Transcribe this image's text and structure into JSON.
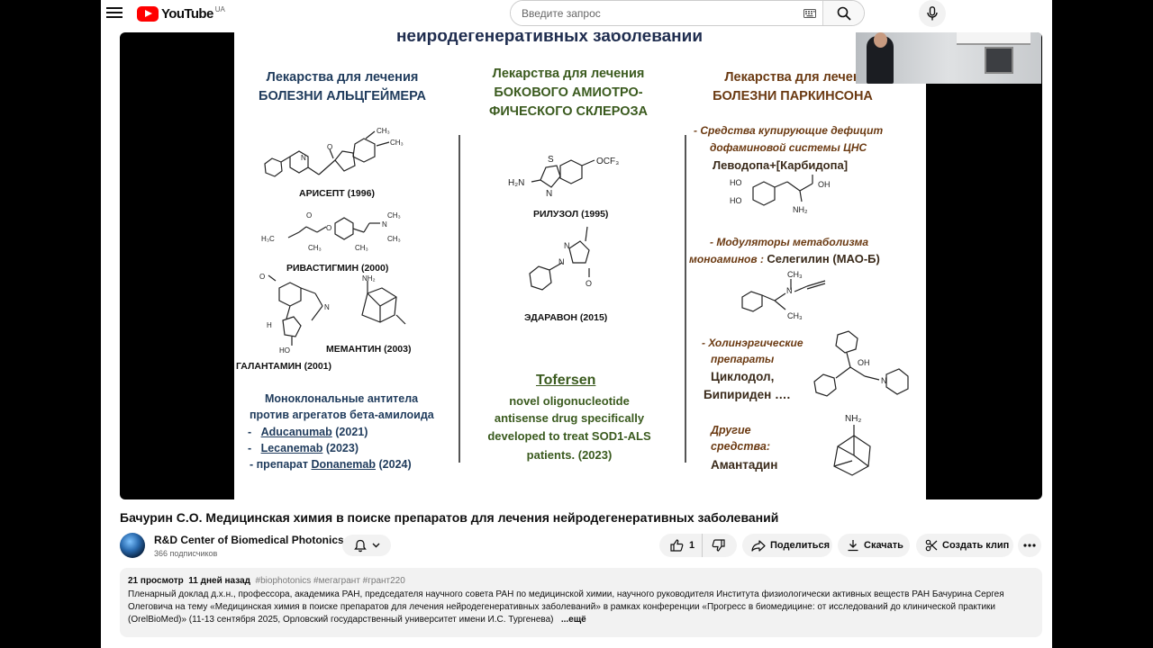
{
  "masthead": {
    "logo_text": "YouTube",
    "country_code": "UA",
    "search_placeholder": "Введите запрос"
  },
  "slide": {
    "title": "нейродегенеративных заболеваний",
    "columns": [
      {
        "heading_1": "Лекарства для лечения",
        "heading_2": "БОЛЕЗНИ АЛЬЦГЕЙМЕРА"
      },
      {
        "heading_1": "Лекарства для лечения",
        "heading_2": "БОКОВОГО АМИОТРО-",
        "heading_3": "ФИЧЕСКОГО СКЛЕРОЗА"
      },
      {
        "heading_1": "Лекарства для лечен",
        "heading_2": "БОЛЕЗНИ ПАРКИНСОНА"
      }
    ],
    "alz": {
      "aricept": "АРИСЕПТ (1996)",
      "rivastigmine": "РИВАСТИГМИН (2000)",
      "galantamine": "ГАЛАНТАМИН (2001)",
      "memantine": "МЕМАНТИН (2003)",
      "antibodies_1": "Моноклональные антитела",
      "antibodies_2": "против агрегатов бета-амилоида",
      "ab1_prefix": "-",
      "ab1_name": "Aducanumab",
      "ab1_year": "(2021)",
      "ab2_prefix": "-",
      "ab2_name": "Lecanemab",
      "ab2_year": "(2023)",
      "ab3_prefix": "-  препарат",
      "ab3_name": "Donanemab",
      "ab3_year": "(2024)"
    },
    "als": {
      "riluzole": "РИЛУЗОЛ (1995)",
      "edaravone": "ЭДАРАВОН (2015)",
      "tofersen": "Tofersen",
      "tofersen_1": "novel oligonucleotide",
      "tofersen_2": "antisense drug specifically",
      "tofersen_3": "developed to treat SOD1-ALS",
      "tofersen_4": "patients. (2023)"
    },
    "pd": {
      "s1_1": "- Средства купирующие дефицит",
      "s1_2": "дофаминовой системы ЦНС",
      "s1_drug": "Леводопа+[Карбидопа]",
      "s2_1": "- Модуляторы метаболизма",
      "s2_2": "моноаминов :",
      "s2_drug": "Селегилин (МАО-Б)",
      "s3_1": "- Холинэргические",
      "s3_2": "препараты",
      "s3_drug_1": "Циклодол,",
      "s3_drug_2": "Бипириден ….",
      "s4_1": "Другие",
      "s4_2": "средства:",
      "s4_drug": "Амантадин"
    },
    "chem": {
      "methoxy": "O",
      "ch3": "CH₃",
      "h2n": "H₂N",
      "s": "S",
      "n": "N",
      "ocf3": "OCF₃",
      "o": "O",
      "ho": "HO",
      "oh": "OH",
      "nh2": "NH₂",
      "h3c": "H₃C",
      "h": "H"
    }
  },
  "video": {
    "title": "Бачурин С.О. Медицинская химия в поиске препаратов для лечения нейродегенеративных заболеваний",
    "channel": "R&D Center of Biomedical Photonics",
    "subscribers": "366 подписчиков",
    "likes": "1",
    "share": "Поделиться",
    "download": "Скачать",
    "clip": "Создать клип"
  },
  "description": {
    "views": "21 просмотр",
    "date": "11 дней назад",
    "tags": "#biophotonics #мегагрант #грант220",
    "text": "Пленарный доклад д.х.н., профессора, академика РАН, председателя научного совета РАН по медицинской химии, научного руководителя Института физиологически активных веществ РАН Бачурина Сергея Олеговича на тему «Медицинская химия в поиске препаратов для лечения нейродегенеративных заболеваний» в рамках конференции «Прогресс в биомедицине: от исследований до клинической практики (OrelBioMed)» (11-13 сентября 2025, Орловский государственный университет имени И.С. Тургенева)",
    "more": "...ещё"
  }
}
